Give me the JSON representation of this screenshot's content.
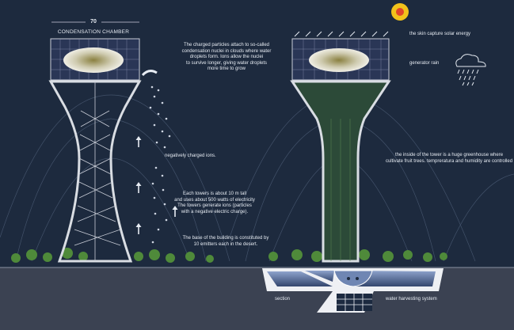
{
  "left_tower": {
    "height_label": "70",
    "chamber_label": "CONDENSATION CHAMBER"
  },
  "annotations": {
    "charged_particles": [
      "The charged particles attach to so-called",
      "condensation nuclei in clouds where water",
      "droplets form. Ions allow the nuclei",
      "to survive longer, giving water droplets",
      "more time to grow"
    ],
    "ions": "negatively charged ions.",
    "tower_specs": [
      "Each towers is about 10 m tall",
      "and uses about 500 watts of electricity",
      "The towers generate ions (particles",
      "with a negative electric charge)."
    ],
    "base": [
      "The base of the building is constituted by",
      "10 emitters each in the desert."
    ],
    "solar": "the skin capture solar energy",
    "rain": "generator rain",
    "greenhouse": [
      "the inside of the tower is a huge greenhouse where",
      "cultivate fruit trees. tempreratura and humidity are controlled"
    ],
    "section": "section",
    "water_harvesting": "water harvesting system"
  },
  "colors": {
    "sky": "#1d2a3e",
    "ground": "#3b4252",
    "sun": "#f2c21b",
    "sun_core": "#e0452a",
    "structure": "#d9dde3",
    "water": "#6f86b3"
  }
}
